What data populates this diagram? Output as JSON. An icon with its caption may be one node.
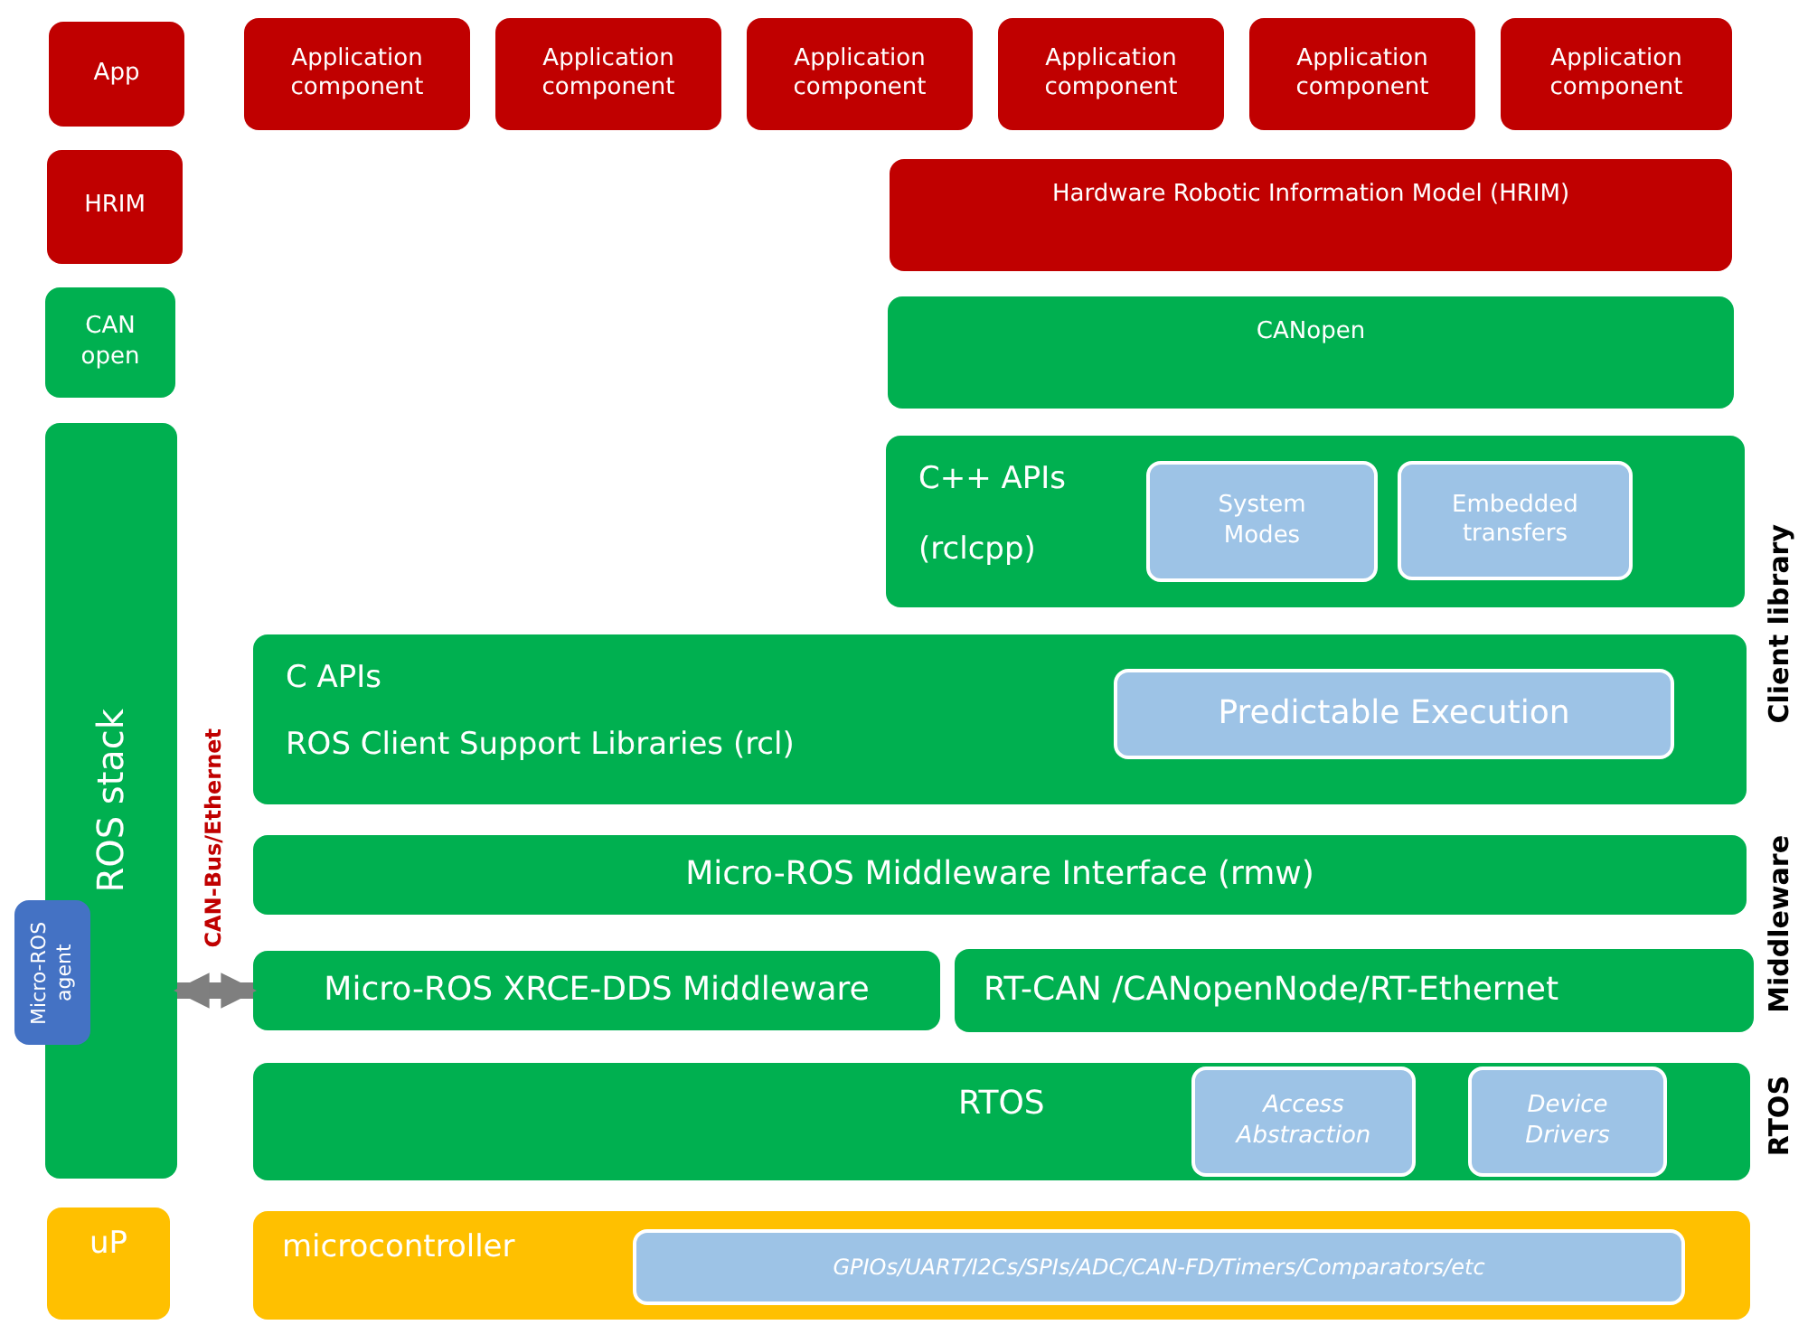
{
  "diagram": {
    "nodes": [
      {
        "text": [
          "App"
        ]
      },
      {
        "text": [
          "Application component"
        ]
      },
      {
        "text": [
          "Application component"
        ]
      },
      {
        "text": [
          "Application component"
        ]
      },
      {
        "text": [
          "Application component"
        ]
      },
      {
        "text": [
          "Application component"
        ]
      },
      {
        "text": [
          "Application component"
        ]
      },
      {
        "text": [
          "HRIM"
        ]
      },
      {
        "text": [
          "Hardware Robotic Information Model (HRIM)"
        ]
      },
      {
        "text": [
          "CAN open"
        ]
      },
      {
        "text": [
          "CANopen"
        ]
      },
      {
        "text": [
          "ROS stack"
        ]
      },
      {
        "text": [
          "C++ APIs",
          "(rclcpp)"
        ]
      },
      {
        "text": [
          "System Modes"
        ],
        "in": 12
      },
      {
        "text": [
          "Embedded transfers"
        ],
        "in": 12
      },
      {
        "text": [
          "C APIs",
          "ROS Client Support Libraries (rcl)"
        ]
      },
      {
        "text": [
          "Predictable Execution"
        ],
        "in": 15
      },
      {
        "text": [
          "Micro-ROS Middleware Interface (rmw)"
        ]
      },
      {
        "text": [
          "Micro-ROS agent"
        ]
      },
      {
        "text": [
          "Micro-ROS XRCE-DDS Middleware"
        ]
      },
      {
        "text": [
          "RT-CAN /CANopenNode/RT-Ethernet"
        ]
      },
      {
        "text": [
          "RTOS"
        ]
      },
      {
        "text": [
          "Access Abstraction"
        ],
        "in": 21
      },
      {
        "text": [
          "Device Drivers"
        ],
        "in": 21
      },
      {
        "text": [
          "uP"
        ]
      },
      {
        "text": [
          "microcontroller"
        ]
      },
      {
        "text": [
          "GPIOs/UART/I2Cs/SPIs/ADC/CAN-FD/Timers/Comparators/etc"
        ],
        "in": 25
      }
    ],
    "edges": [
      {
        "from": 11,
        "to": 19,
        "arrow": "both",
        "label": "CAN-Bus/Ethernet"
      }
    ],
    "labels": [
      "Client library",
      "Middleware",
      "RTOS"
    ]
  }
}
